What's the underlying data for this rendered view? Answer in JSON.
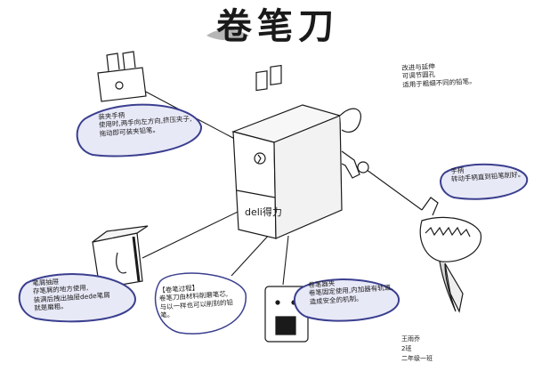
{
  "title": "卷笔刀",
  "brand": "deli得力",
  "parts": {
    "handle": {
      "text": "装夹手柄\n使用时,两手向左方向,挤压夹子,\n拖动即可装夹铅笔。"
    },
    "drawer": {
      "text": "笔屑抽屉\n存笔屑的地方使用,\n装满后拽出抽屉dede笔屑\n就是磨粗。"
    },
    "process": {
      "text": "【卷笔过程】\n卷笔刀由材料削磨笔芯,\n与以一样也可以削别的铅笔。"
    },
    "clip": {
      "text": "卷笔器夹\n卷笔固定使用,内加器有轨道,\n造成安全的机制。"
    },
    "crank": {
      "text": "手柄\n转动手柄直到铅笔削好。"
    }
  },
  "note": "改进与延伸\n可调节圆孔\n适用于粗细不同的铅笔。",
  "author": "王雨乔\n2班\n二年级一班",
  "colors": {
    "ink": "#1a1a1a",
    "bubble_outline": "#3b3f8f",
    "bubble_fill": "#e8e9f7",
    "title_smudge": "#7a7a7a"
  }
}
